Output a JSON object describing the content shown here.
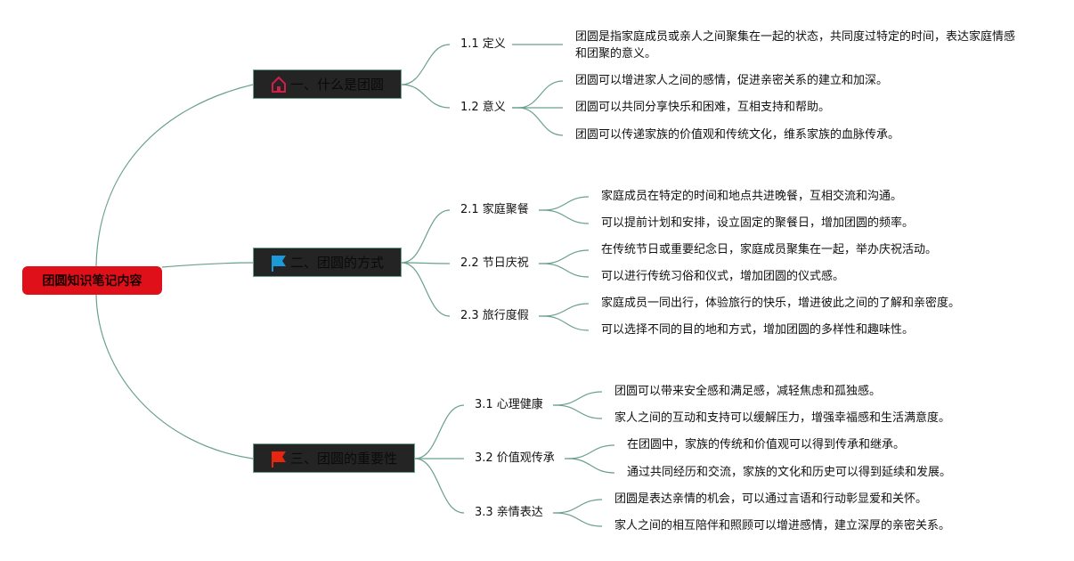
{
  "root": {
    "label": "团圆知识笔记内容"
  },
  "colors": {
    "root": "#e0101a",
    "branch_bg": "#242424",
    "link": "#6aa08c",
    "home_icon": "#d0204a",
    "flag_blue": "#1a9ad8",
    "flag_red": "#e8250f"
  },
  "branches": [
    {
      "label": "一、什么是团圆",
      "icon": "home-icon",
      "subs": [
        {
          "label": "1.1 定义",
          "leaves": [
            "团圆是指家庭成员或亲人之间聚集在一起的状态，共同度过特定的时间，表达家庭情感和团聚的意义。"
          ]
        },
        {
          "label": "1.2 意义",
          "leaves": [
            "团圆可以增进家人之间的感情，促进亲密关系的建立和加深。",
            "团圆可以共同分享快乐和困难，互相支持和帮助。",
            "团圆可以传递家族的价值观和传统文化，维系家族的血脉传承。"
          ]
        }
      ]
    },
    {
      "label": "二、团圆的方式",
      "icon": "blue-flag-icon",
      "subs": [
        {
          "label": "2.1 家庭聚餐",
          "leaves": [
            "家庭成员在特定的时间和地点共进晚餐，互相交流和沟通。",
            "可以提前计划和安排，设立固定的聚餐日，增加团圆的频率。"
          ]
        },
        {
          "label": "2.2 节日庆祝",
          "leaves": [
            "在传统节日或重要纪念日，家庭成员聚集在一起，举办庆祝活动。",
            "可以进行传统习俗和仪式，增加团圆的仪式感。"
          ]
        },
        {
          "label": "2.3 旅行度假",
          "leaves": [
            "家庭成员一同出行，体验旅行的快乐，增进彼此之间的了解和亲密度。",
            "可以选择不同的目的地和方式，增加团圆的多样性和趣味性。"
          ]
        }
      ]
    },
    {
      "label": "三、团圆的重要性",
      "icon": "red-flag-icon",
      "subs": [
        {
          "label": "3.1 心理健康",
          "leaves": [
            "团圆可以带来安全感和满足感，减轻焦虑和孤独感。",
            "家人之间的互动和支持可以缓解压力，增强幸福感和生活满意度。"
          ]
        },
        {
          "label": "3.2 价值观传承",
          "leaves": [
            "在团圆中，家族的传统和价值观可以得到传承和继承。",
            "通过共同经历和交流，家族的文化和历史可以得到延续和发展。"
          ]
        },
        {
          "label": "3.3 亲情表达",
          "leaves": [
            "团圆是表达亲情的机会，可以通过言语和行动彰显爱和关怀。",
            "家人之间的相互陪伴和照顾可以增进感情，建立深厚的亲密关系。"
          ]
        }
      ]
    }
  ]
}
